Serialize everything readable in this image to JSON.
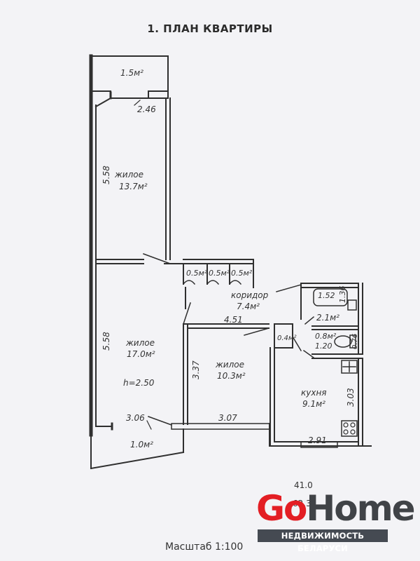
{
  "title": "1. ПЛАН КВАРТИРЫ",
  "scale": "Масштаб  1:100",
  "rooms": {
    "balcony_top": "1.5м²",
    "living1_name": "жилое",
    "living1_area": "13.7м²",
    "living2_name": "жилое",
    "living2_area": "17.0м²",
    "living2_height": "h=2.50",
    "living3_name": "жилое",
    "living3_area": "10.3м²",
    "corridor_name": "коридор",
    "corridor_area": "7.4м²",
    "closet1": "0.5м²",
    "closet2": "0.5м²",
    "closet3": "0.5м²",
    "closet4": "0.4м²",
    "bath_area": "2.1м²",
    "wc_area": "0.8м²",
    "kitchen_name": "кухня",
    "kitchen_area": "9.1м²",
    "balcony_bottom": "1.0м²"
  },
  "dims": {
    "d_246": "2.46",
    "d_558a": "5.58",
    "d_558b": "5.58",
    "d_451": "4.51",
    "d_337": "3.37",
    "d_306": "3.06",
    "d_307": "3.07",
    "d_291": "2.91",
    "d_303": "3.03",
    "d_152": "1.52",
    "d_136": "1.36",
    "d_120": "1.20",
    "d_076": "0.76"
  },
  "totals": {
    "t1": "41.0",
    "t2": "62.3"
  },
  "logo": {
    "go": "Go",
    "home": "Home",
    "subtitle": "НЕДВИЖИМОСТЬ БЕЛАРУСИ"
  },
  "colors": {
    "ink": "#2f2f2f",
    "brand_red": "#e31e24",
    "brand_gray": "#454a52"
  }
}
